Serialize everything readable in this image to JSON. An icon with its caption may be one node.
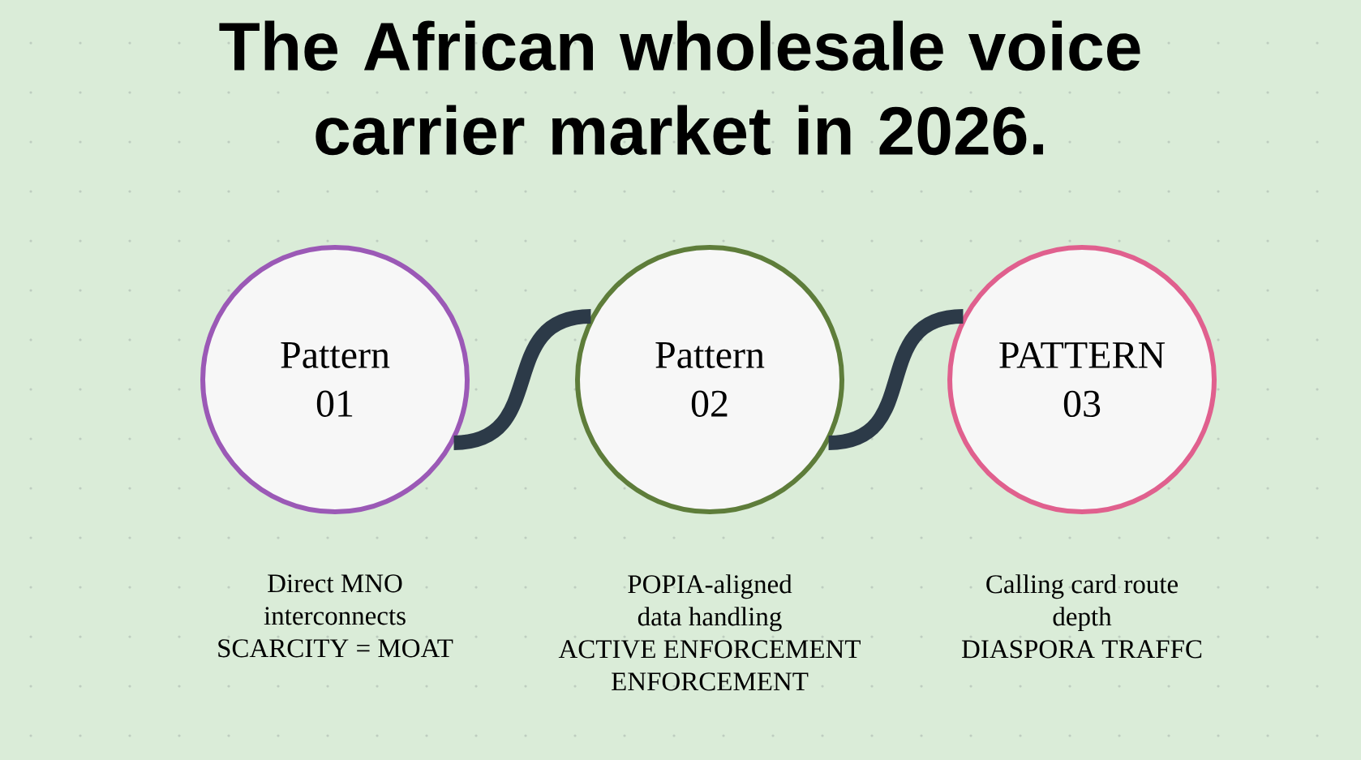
{
  "diagram": {
    "title": "The African wholesale voice carrier market in 2026.",
    "nodes": [
      {
        "text": [
          "Pattern 01"
        ],
        "beside": [
          "Direct MNO interconnects",
          "SCARCITY = MOAT"
        ]
      },
      {
        "text": [
          "Pattern 02"
        ],
        "beside": [
          "POPIA-aligned data handling",
          "ACTIVE ENFORCEMENT ENFORCEMENT"
        ]
      },
      {
        "text": [
          "PATTERN 03"
        ],
        "beside": [
          "Calling card route depth",
          "DIASPORA TRAFFC"
        ]
      }
    ],
    "edges": [
      {
        "from": 0,
        "to": 1,
        "arrow": "none"
      },
      {
        "from": 1,
        "to": 2,
        "arrow": "none"
      }
    ]
  }
}
